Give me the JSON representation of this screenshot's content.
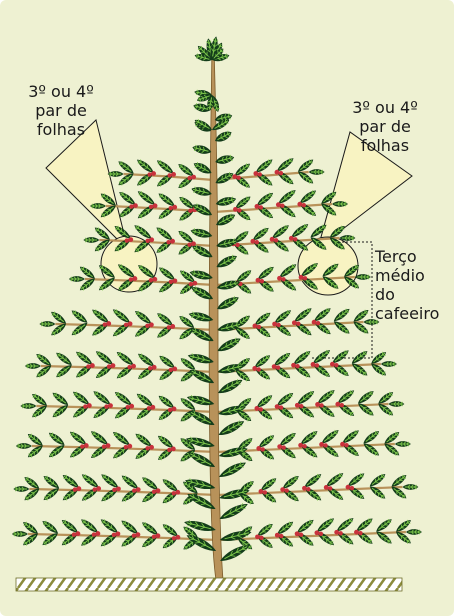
{
  "colors": {
    "background": "#eef1d2",
    "callout_fill": "#f8f3c2",
    "stem": "#b8925a",
    "leaf_dark": "#143d1a",
    "leaf_light": "#7ec84c",
    "fruit": "#c8323c",
    "soil": "#8c8c3c"
  },
  "labels": {
    "left_callout": "3º ou 4º\npar de\nfolhas",
    "right_callout": "3º ou 4º\npar de\nfolhas",
    "middle_third": "Terço\nmédio\ndo\ncafeeiro"
  }
}
